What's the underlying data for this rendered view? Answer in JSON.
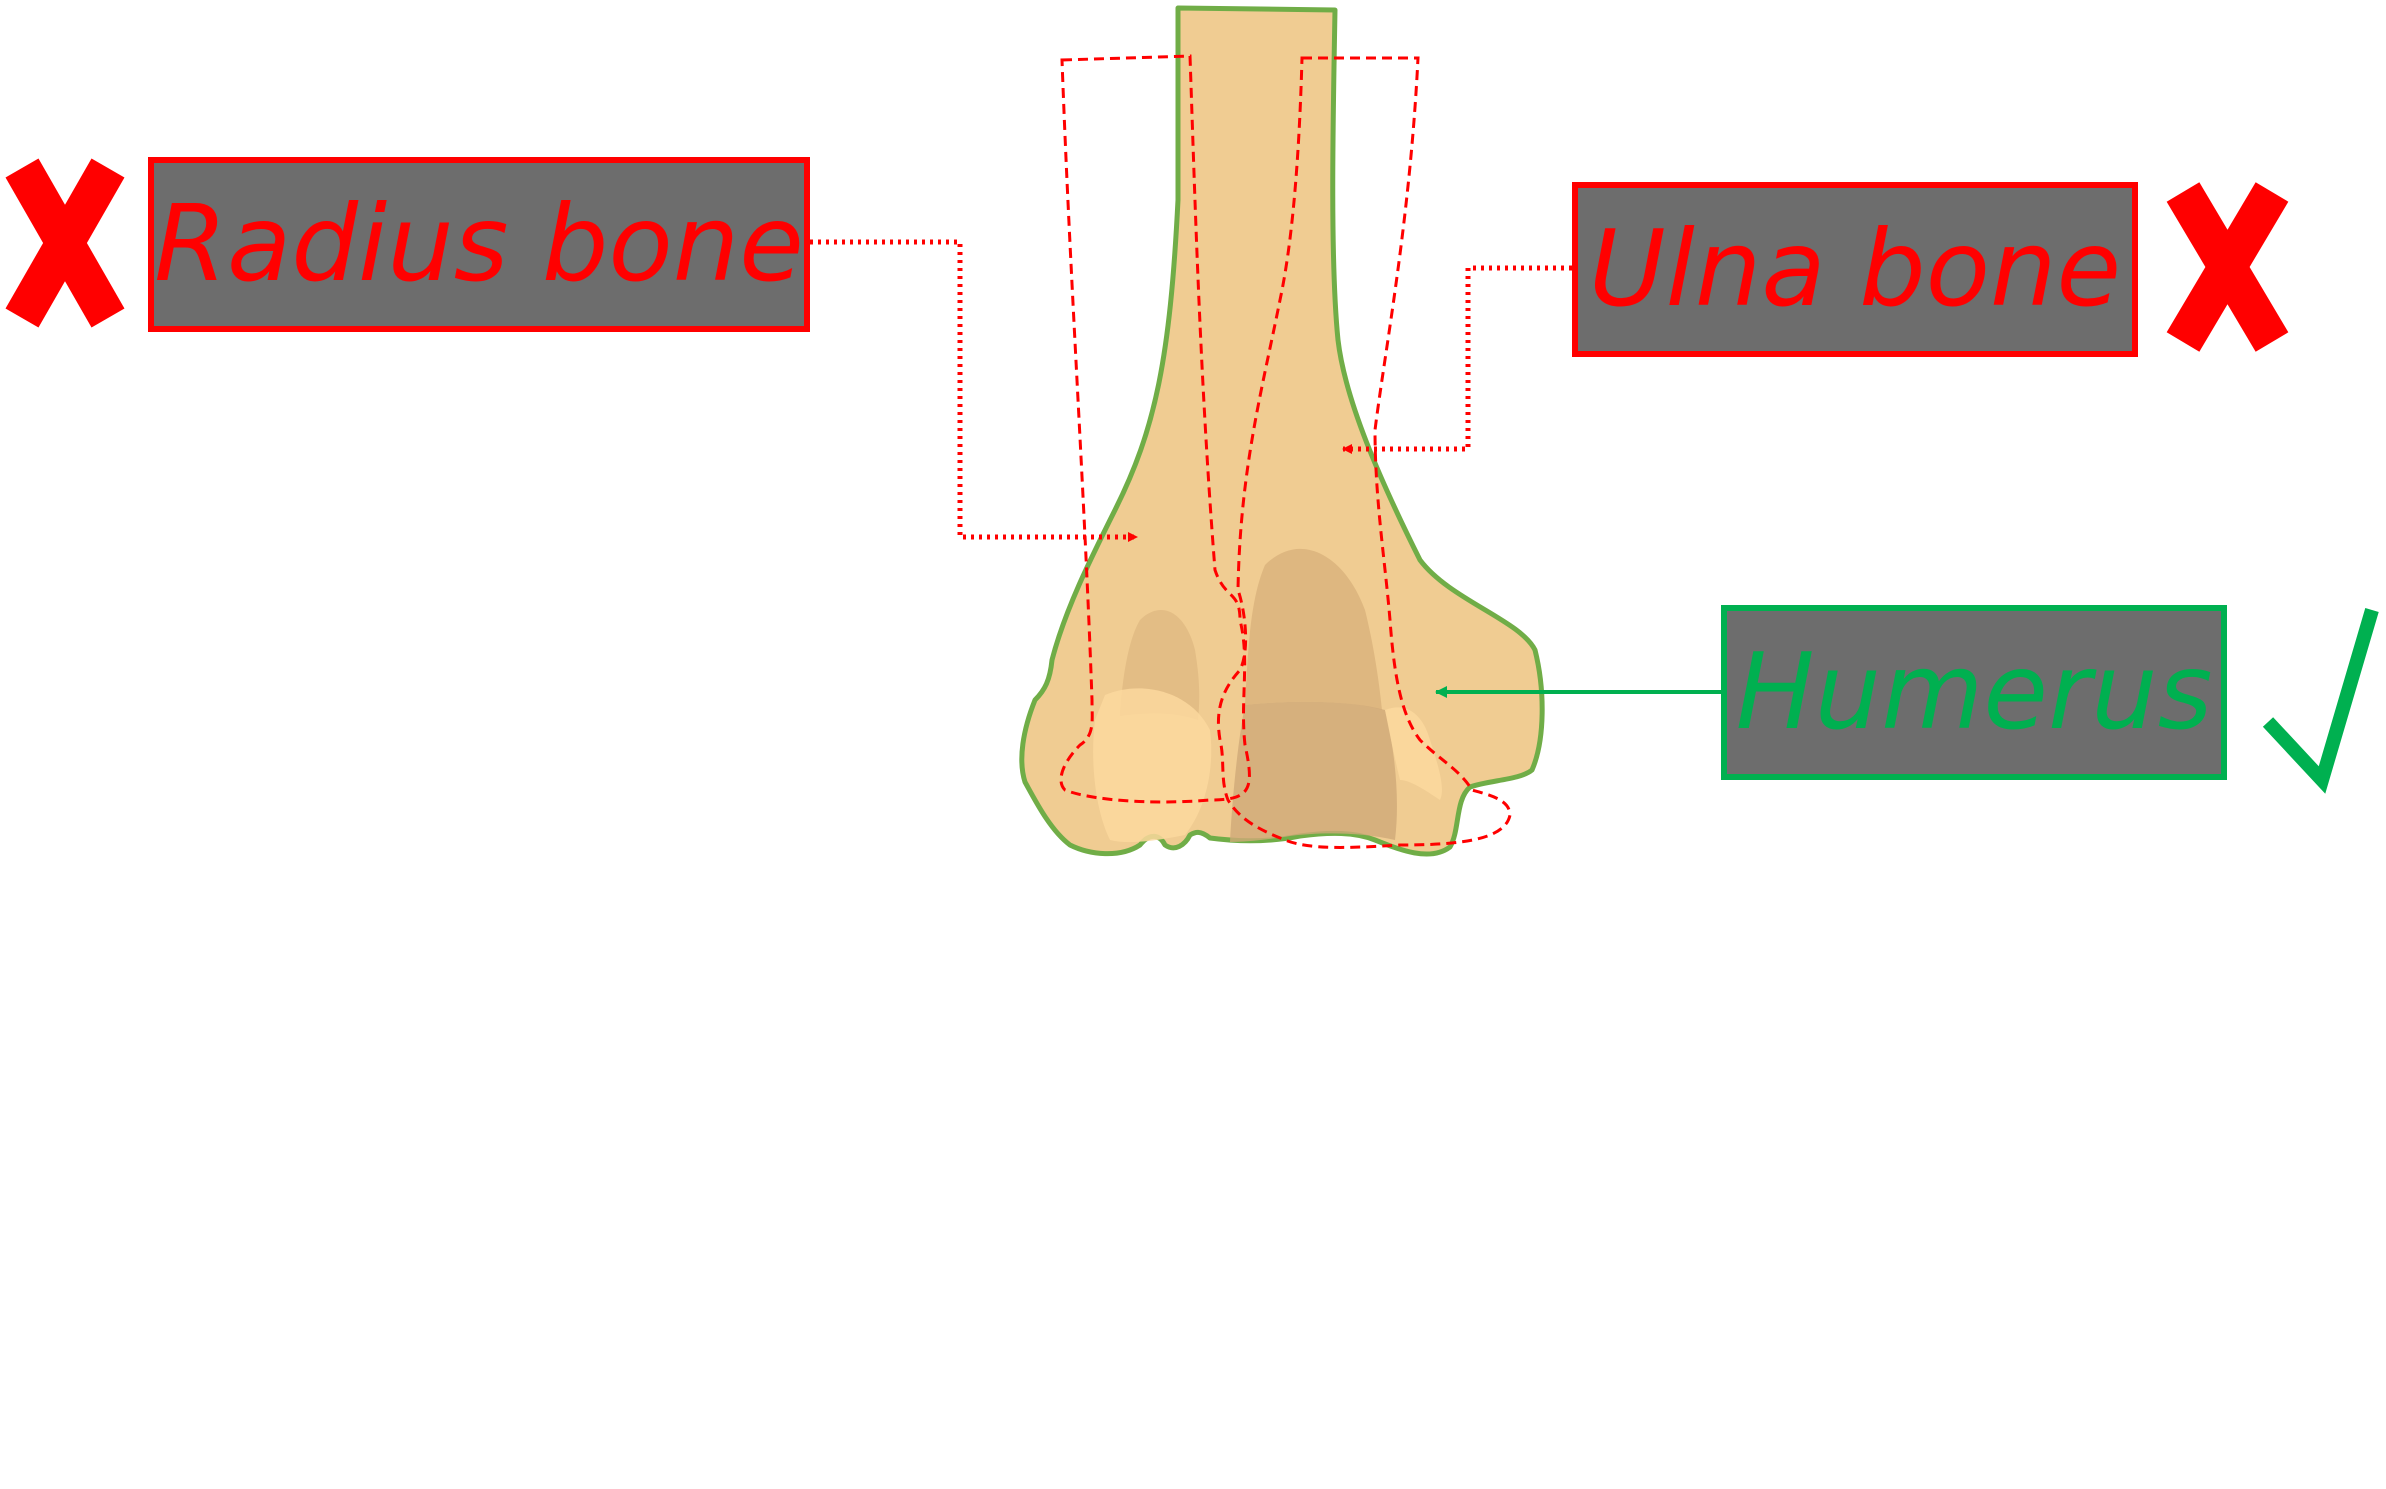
{
  "labels": {
    "radius": {
      "text": "Radius bone",
      "status": "incorrect",
      "mark_icon": "cross-mark-icon"
    },
    "ulna": {
      "text": "Ulna bone",
      "status": "incorrect",
      "mark_icon": "cross-mark-icon"
    },
    "humerus": {
      "text": "Humerus",
      "status": "correct",
      "mark_icon": "check-mark-icon"
    }
  },
  "colors": {
    "incorrect": "#ff0000",
    "correct": "#00b050",
    "label_fill": "#6d6d6d",
    "bone_fill": "#f0cc92",
    "bone_outline": "#70ad47"
  }
}
